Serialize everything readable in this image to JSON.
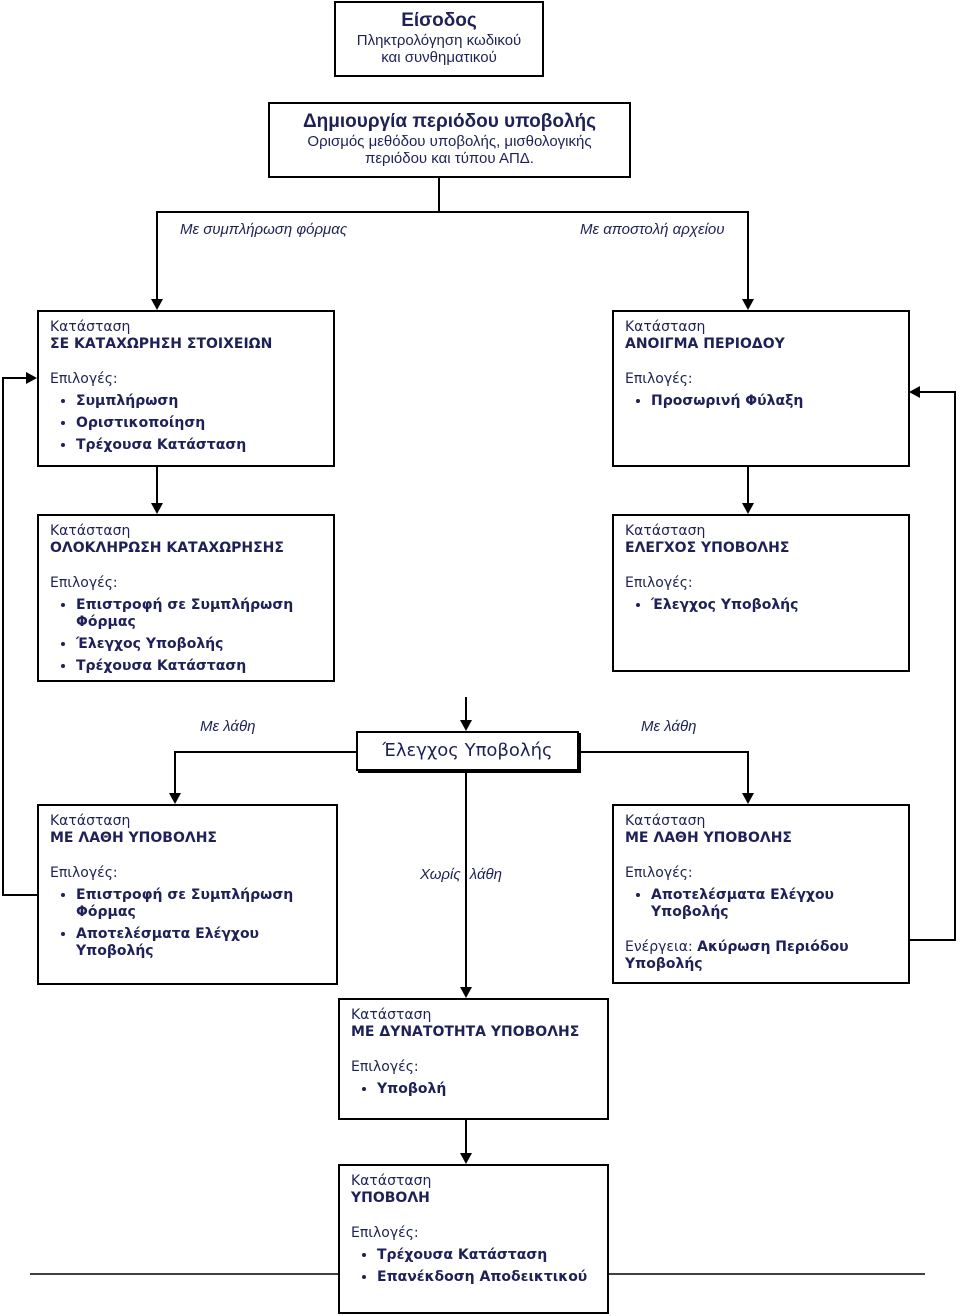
{
  "colors": {
    "text": "#1e2157",
    "line": "#000000"
  },
  "entry": {
    "title": "Είσοδος",
    "subtitle": "Πληκτρολόγηση κωδικού και συνθηματικού"
  },
  "create_period": {
    "title": "Δημιουργία περιόδου υποβολής",
    "subtitle": "Ορισμός μεθόδου υποβολής, μισθολογικής περιόδου και τύπου ΑΠΔ."
  },
  "branches": {
    "form": "Με συμπλήρωση φόρμας",
    "file": "Με αποστολή αρχείου",
    "errors_left": "Με λάθη",
    "errors_right": "Με λάθη",
    "no_errors": "Χωρίς λάθη"
  },
  "check": {
    "label": "Έλεγχος Υποβολής"
  },
  "states": {
    "data_entry": {
      "status_label": "Κατάσταση",
      "name": "ΣΕ ΚΑΤΑΧΩΡΗΣΗ ΣΤΟΙΧΕΙΩΝ",
      "options_label": "Επιλογές:",
      "options": [
        "Συμπλήρωση",
        "Οριστικοποίηση",
        "Τρέχουσα Κατάσταση"
      ]
    },
    "period_open": {
      "status_label": "Κατάσταση",
      "name": "ΑΝΟΙΓΜΑ ΠΕΡΙΟΔΟΥ",
      "options_label": "Επιλογές:",
      "options": [
        "Προσωρινή Φύλαξη"
      ]
    },
    "entry_complete": {
      "status_label": "Κατάσταση",
      "name": "ΟΛΟΚΛΗΡΩΣΗ ΚΑΤΑΧΩΡΗΣΗΣ",
      "options_label": "Επιλογές:",
      "options": [
        "Επιστροφή σε Συμπλήρωση Φόρμας",
        "Έλεγχος Υποβολής",
        "Τρέχουσα Κατάσταση"
      ]
    },
    "submission_check": {
      "status_label": "Κατάσταση",
      "name": "ΕΛΕΓΧΟΣ ΥΠΟΒΟΛΗΣ",
      "options_label": "Επιλογές:",
      "options": [
        "Έλεγχος Υποβολής"
      ]
    },
    "errors_form": {
      "status_label": "Κατάσταση",
      "name": "ΜΕ ΛΑΘΗ ΥΠΟΒΟΛΗΣ",
      "options_label": "Επιλογές:",
      "options": [
        "Επιστροφή σε Συμπλήρωση Φόρμας",
        "Αποτελέσματα Ελέγχου Υποβολής"
      ]
    },
    "errors_file": {
      "status_label": "Κατάσταση",
      "name": "ΜΕ ΛΑΘΗ ΥΠΟΒΟΛΗΣ",
      "options_label": "Επιλογές:",
      "options": [
        "Αποτελέσματα Ελέγχου Υποβολής"
      ],
      "action_label": "Ενέργεια:",
      "action": "Ακύρωση Περιόδου Υποβολής"
    },
    "ready": {
      "status_label": "Κατάσταση",
      "name": "ΜΕ ΔΥΝΑΤΟΤΗΤΑ ΥΠΟΒΟΛΗΣ",
      "options_label": "Επιλογές:",
      "options": [
        "Υποβολή"
      ]
    },
    "submitted": {
      "status_label": "Κατάσταση",
      "name": "ΥΠΟΒΟΛΗ",
      "options_label": "Επιλογές:",
      "options": [
        "Τρέχουσα Κατάσταση",
        "Επανέκδοση Αποδεικτικού"
      ]
    }
  }
}
